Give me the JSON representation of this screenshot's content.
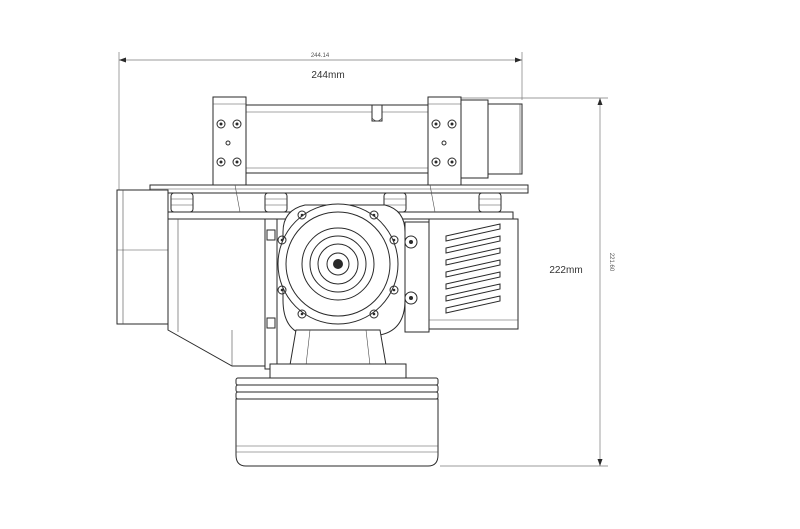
{
  "dimensions": {
    "width_small": "244.14",
    "width_label": "244mm",
    "height_label": "222mm",
    "height_small": "221.60"
  }
}
